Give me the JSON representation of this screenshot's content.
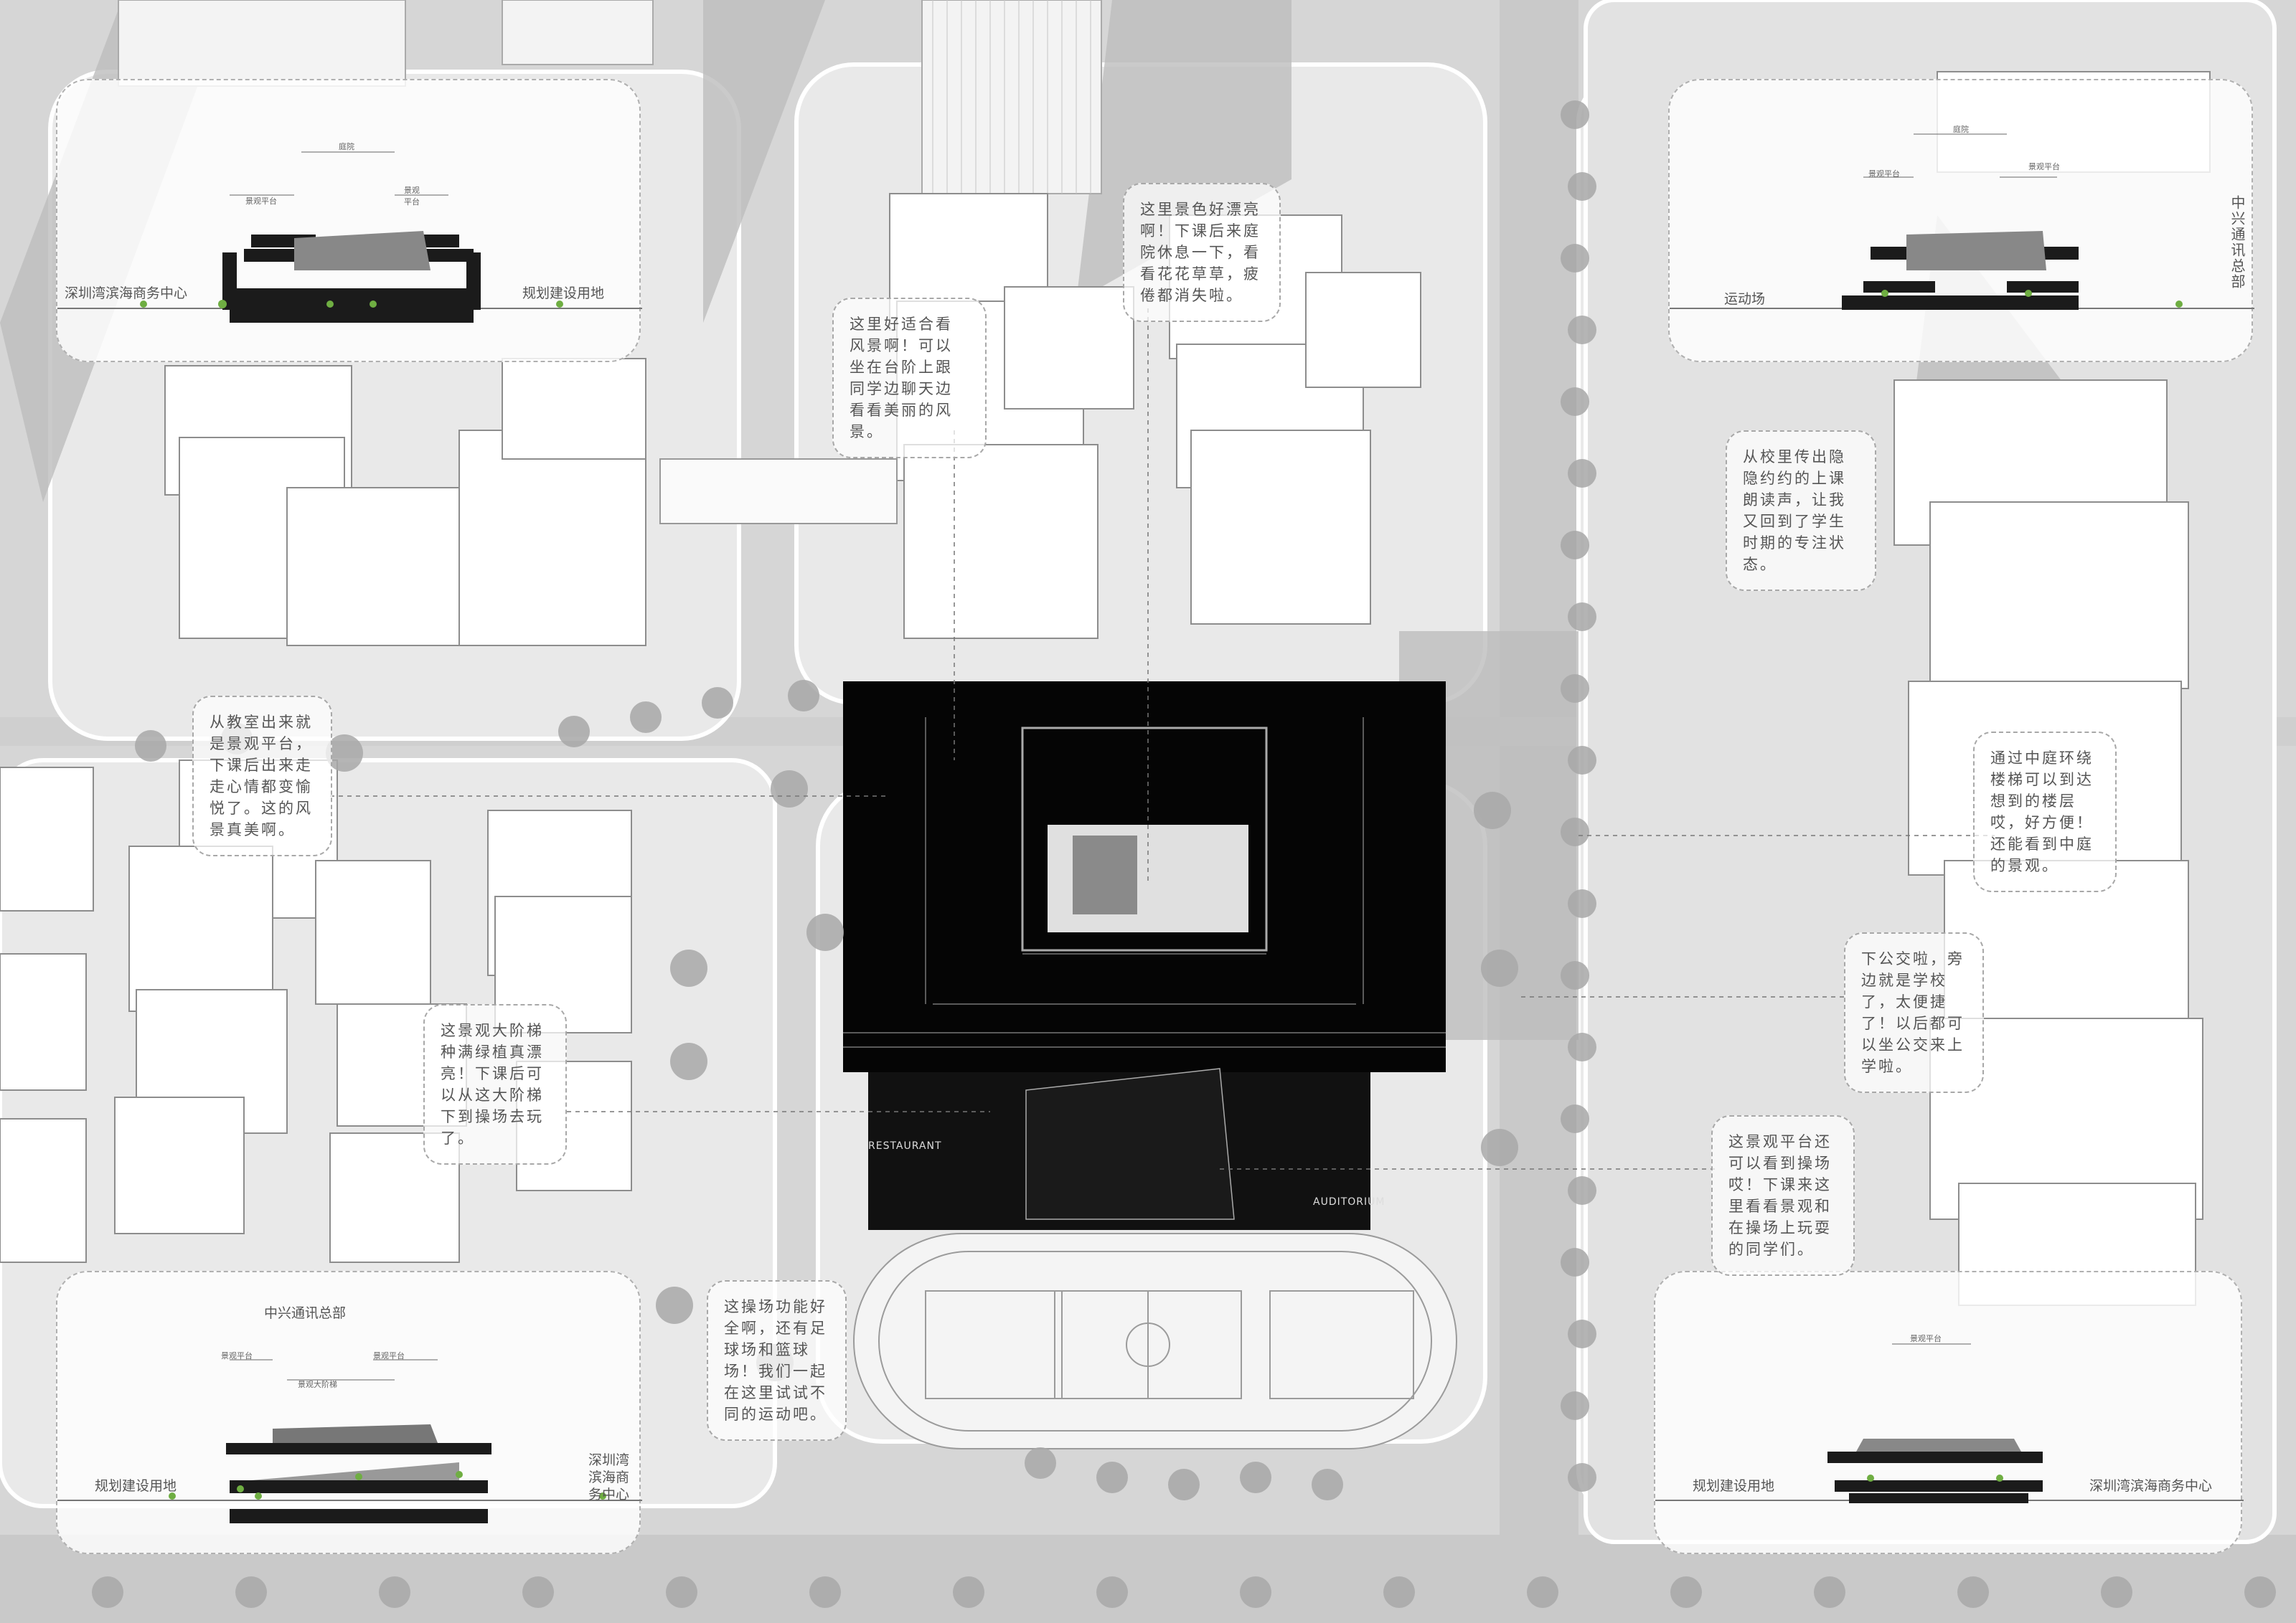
{
  "annotations": [
    {
      "id": "view-steps",
      "text": "这里好适合看风景啊！可以坐在台阶上跟同学边聊天边看看美丽的风景。"
    },
    {
      "id": "courtyard-rest",
      "text": "这里景色好漂亮啊！下课后来庭院休息一下，看看花花草草，疲倦都消失啦。"
    },
    {
      "id": "reading-voice",
      "text": "从校里传出隐隐约约的上课朗读声，让我又回到了学生时期的专注状态。"
    },
    {
      "id": "classroom-platform",
      "text": "从教室出来就是景观平台，下课后出来走走心情都变愉悦了。这的风景真美啊。"
    },
    {
      "id": "courtyard-stairs",
      "text": "通过中庭环绕楼梯可以到达想到的楼层哎，好方便！还能看到中庭的景观。"
    },
    {
      "id": "bus-stop",
      "text": "下公交啦，旁边就是学校了，太便捷了！以后都可以坐公交来上学啦。"
    },
    {
      "id": "grand-stair",
      "text": "这景观大阶梯种满绿植真漂亮！下课后可以从这大阶梯下到操场去玩了。"
    },
    {
      "id": "platform-field",
      "text": "这景观平台还可以看到操场哎！下课来这里看看景观和在操场上玩耍的同学们。"
    },
    {
      "id": "sports-field",
      "text": "这操场功能好全啊，还有足球场和篮球场！我们一起在这里试试不同的运动吧。"
    }
  ],
  "sections": {
    "top_left": {
      "left_label": "深圳湾滨海商务中心",
      "right_label": "规划建设用地",
      "dim_top": "庭院",
      "dim_left": "景观平台",
      "dim_right": "景观平台"
    },
    "top_right": {
      "left_label": "运动场",
      "right_label": "中兴通讯总部",
      "dim_top": "庭院",
      "dim_left": "景观平台",
      "dim_right": "景观平台"
    },
    "bottom_left": {
      "title": "中兴通讯总部",
      "left_label": "规划建设用地",
      "right_label": "深圳湾滨海商务中心",
      "dim_left": "景观平台",
      "dim_mid": "景观大阶梯",
      "dim_right": "景观平台"
    },
    "bottom_right": {
      "left_label": "规划建设用地",
      "right_label": "深圳湾滨海商务中心",
      "dim_top": "景观平台"
    }
  },
  "plan_labels": {
    "restaurant": "RESTAURANT",
    "auditorium": "AUDITORIUM"
  },
  "colors": {
    "building_black": "#050505",
    "ground": "#d6d6d6",
    "white_mass": "#ffffff",
    "tree": "#9a9a9a",
    "plant_green": "#6fae42"
  }
}
